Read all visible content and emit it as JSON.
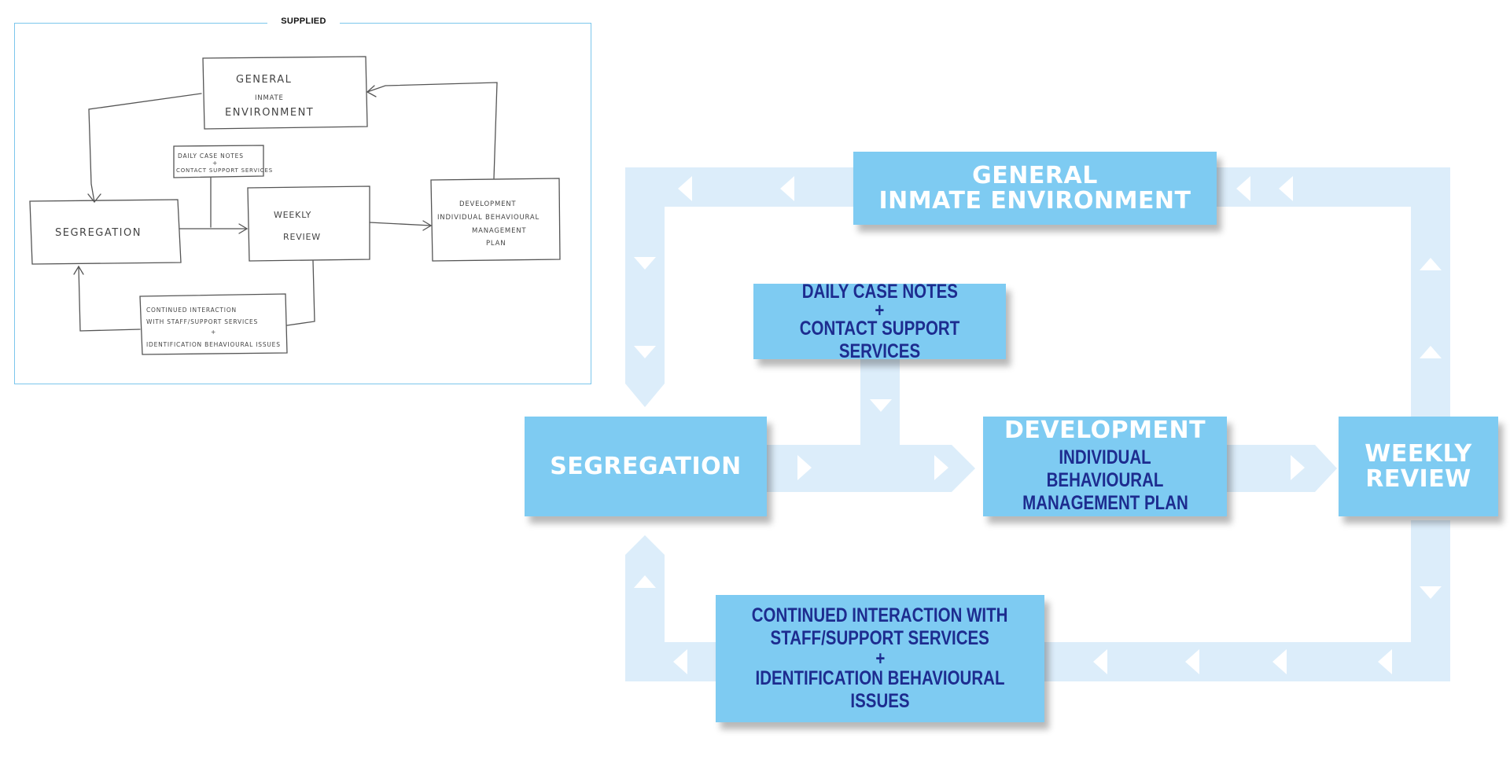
{
  "sketch": {
    "label": "SUPPLIED",
    "general_l1": "GENERAL",
    "general_l2": "INMATE",
    "general_l3": "ENVIRONMENT",
    "notes_l1": "DAILY CASE NOTES",
    "notes_l2": "+",
    "notes_l3": "CONTACT SUPPORT SERVICES",
    "segregation": "SEGREGATION",
    "weekly_l1": "WEEKLY",
    "weekly_l2": "REVIEW",
    "dev_l1": "DEVELOPMENT",
    "dev_l2": "INDIVIDUAL BEHAVIOURAL",
    "dev_l3": "MANAGEMENT",
    "dev_l4": "PLAN",
    "cont_l1": "CONTINUED INTERACTION",
    "cont_l2": "WITH STAFF/SUPPORT SERVICES",
    "cont_l3": "+",
    "cont_l4": "IDENTIFICATION BEHAVIOURAL ISSUES"
  },
  "diagram": {
    "general_l1": "GENERAL",
    "general_l2": "INMATE ENVIRONMENT",
    "notes_l1": "DAILY CASE NOTES",
    "notes_l2": "+",
    "notes_l3": "CONTACT SUPPORT SERVICES",
    "segregation": "SEGREGATION",
    "development_title": "DEVELOPMENT",
    "development_l1": "INDIVIDUAL BEHAVIOURAL",
    "development_l2": "MANAGEMENT PLAN",
    "weekly_l1": "WEEKLY",
    "weekly_l2": "REVIEW",
    "continued_l1": "CONTINUED INTERACTION WITH",
    "continued_l2": "STAFF/SUPPORT SERVICES",
    "continued_l3": "+",
    "continued_l4": "IDENTIFICATION BEHAVIOURAL ISSUES"
  },
  "colors": {
    "box": "#7ecbf2",
    "track": "#dcedfa",
    "chevron": "#ffffff",
    "title_text": "#ffffff",
    "body_text": "#1d2c8f",
    "sketch_frame": "#7cc6ec"
  }
}
